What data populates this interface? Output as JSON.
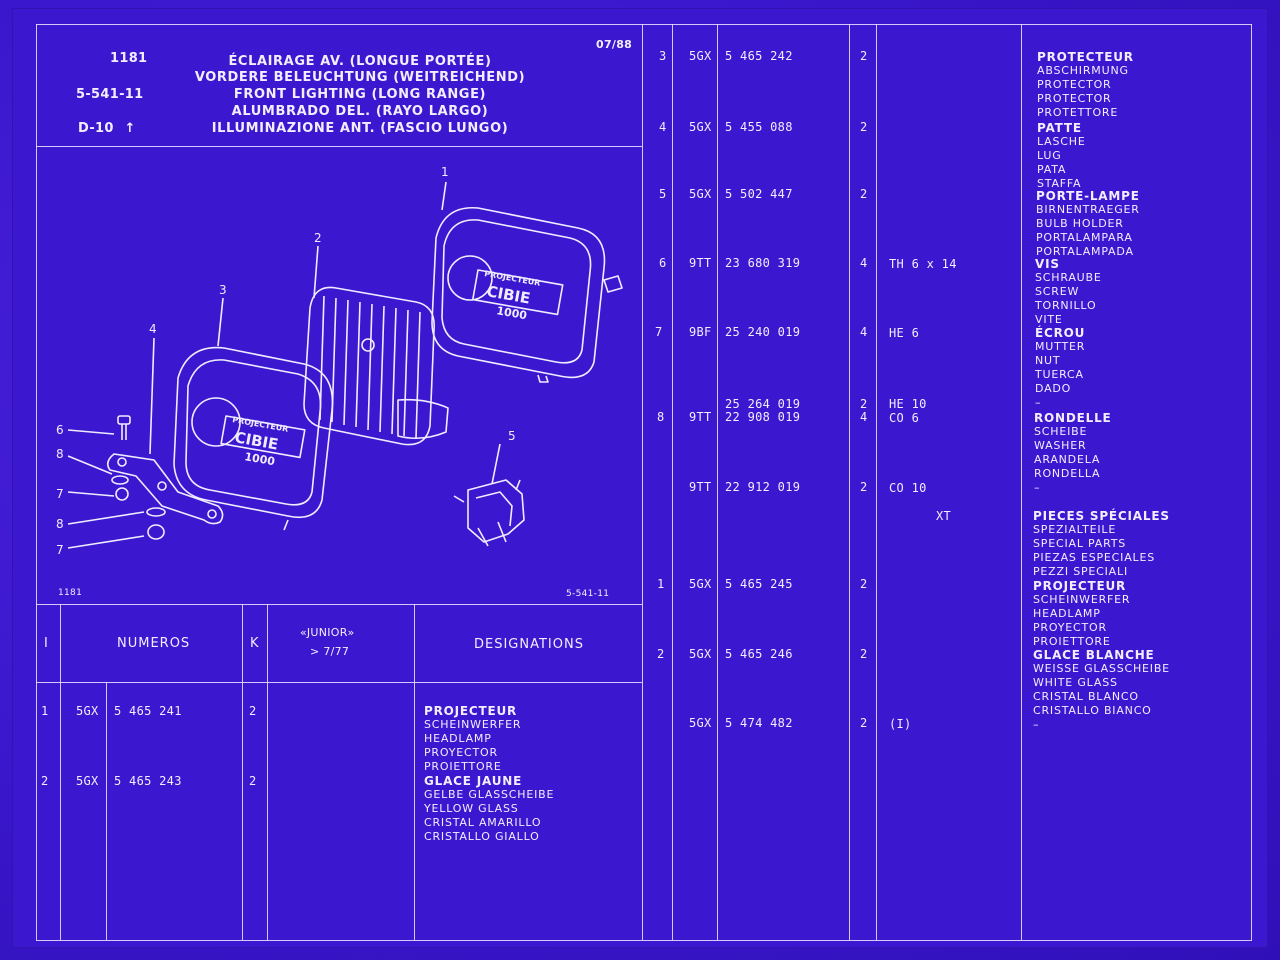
{
  "header": {
    "code": "1181",
    "ref": "5-541-11",
    "section": "D-10",
    "arrow": "↑",
    "date": "07/88",
    "titles": [
      "ÉCLAIRAGE AV. (LONGUE PORTÉE)",
      "VORDERE BELEUCHTUNG (WEITREICHEND)",
      "FRONT LIGHTING (LONG RANGE)",
      "ALUMBRADO DEL. (RAYO LARGO)",
      "ILLUMINAZIONE ANT. (FASCIO LUNGO)"
    ]
  },
  "drawing": {
    "caption_left": "1181",
    "caption_right": "5-541-11",
    "callouts": [
      "1",
      "2",
      "3",
      "4",
      "5",
      "6",
      "7",
      "8",
      "7",
      "8"
    ],
    "lamp_label_top": "PROJECTEUR",
    "lamp_brand": "CIBIE",
    "lamp_model": "1000"
  },
  "columns": {
    "index": "I",
    "numbers": "NUMEROS",
    "k": "K",
    "junior": "«JUNIOR»",
    "junior_sub": ">   7/77",
    "designations": "DESIGNATIONS"
  },
  "left_rows": [
    {
      "i": "1",
      "prefix": "5GX",
      "num": "5 465 241",
      "k": "2",
      "designations": [
        "PROJECTEUR",
        "SCHEINWERFER",
        "HEADLAMP",
        "PROYECTOR",
        "PROIETTORE"
      ]
    },
    {
      "i": "2",
      "prefix": "5GX",
      "num": "5 465 243",
      "k": "2",
      "designations": [
        "GLACE JAUNE",
        "GELBE GLASSCHEIBE",
        "YELLOW GLASS",
        "CRISTAL AMARILLO",
        "CRISTALLO GIALLO"
      ]
    }
  ],
  "right_rows": [
    {
      "i": "3",
      "prefix": "5GX",
      "num": "5 465 242",
      "k": "2",
      "extra": ""
    },
    {
      "i": "4",
      "prefix": "5GX",
      "num": "5 455 088",
      "k": "2",
      "extra": ""
    },
    {
      "i": "5",
      "prefix": "5GX",
      "num": "5 502 447",
      "k": "2",
      "extra": ""
    },
    {
      "i": "6",
      "prefix": "9TT",
      "num": "23 680 319",
      "k": "4",
      "extra": "TH   6 x 14"
    },
    {
      "i": "7",
      "prefix": "9BF",
      "num": "25 240 019",
      "k": "4",
      "extra": "HE 6"
    },
    {
      "i": "",
      "prefix": "",
      "num": "25 264 019",
      "k": "2",
      "extra": "HE 10"
    },
    {
      "i": "8",
      "prefix": "9TT",
      "num": "22 908 019",
      "k": "4",
      "extra": "CO 6"
    },
    {
      "i": "",
      "prefix": "9TT",
      "num": "22 912 019",
      "k": "2",
      "extra": "CO 10"
    },
    {
      "i": "",
      "prefix": "",
      "num": "",
      "k": "",
      "extra": "XT"
    },
    {
      "i": "1",
      "prefix": "5GX",
      "num": "5 465 245",
      "k": "2",
      "extra": ""
    },
    {
      "i": "2",
      "prefix": "5GX",
      "num": "5 465 246",
      "k": "2",
      "extra": ""
    },
    {
      "i": "",
      "prefix": "5GX",
      "num": "5 474 482",
      "k": "2",
      "extra": "(I)"
    }
  ],
  "right_designations": [
    {
      "bold": "PROTECTEUR",
      "lines": [
        "ABSCHIRMUNG",
        "PROTECTOR",
        "PROTECTOR",
        "PROTETTORE"
      ]
    },
    {
      "bold": "PATTE",
      "lines": [
        "LASCHE",
        "LUG",
        "PATA",
        "STAFFA"
      ]
    },
    {
      "bold": "PORTE-LAMPE",
      "lines": [
        "BIRNENTRAEGER",
        "BULB HOLDER",
        "PORTALAMPARA",
        "PORTALAMPADA"
      ]
    },
    {
      "bold": "VIS",
      "lines": [
        "SCHRAUBE",
        "SCREW",
        "TORNILLO",
        "VITE"
      ]
    },
    {
      "bold": "ÉCROU",
      "lines": [
        "MUTTER",
        "NUT",
        "TUERCA",
        "DADO",
        "–"
      ]
    },
    {
      "bold": "RONDELLE",
      "lines": [
        "SCHEIBE",
        "WASHER",
        "ARANDELA",
        "RONDELLA",
        "–"
      ]
    },
    {
      "bold": "PIECES SPÉCIALES",
      "lines": [
        "SPEZIALTEILE",
        "SPECIAL PARTS",
        "PIEZAS ESPECIALES",
        "PEZZI SPECIALI"
      ]
    },
    {
      "bold": "PROJECTEUR",
      "lines": [
        "SCHEINWERFER",
        "HEADLAMP",
        "PROYECTOR",
        "PROIETTORE"
      ]
    },
    {
      "bold": "GLACE BLANCHE",
      "lines": [
        "WEISSE GLASSCHEIBE",
        "WHITE GLASS",
        "CRISTAL BLANCO",
        "CRISTALLO BIANCO",
        "–"
      ]
    }
  ],
  "colors": {
    "background": "#3a15c9",
    "ink": "#f2eeff"
  }
}
